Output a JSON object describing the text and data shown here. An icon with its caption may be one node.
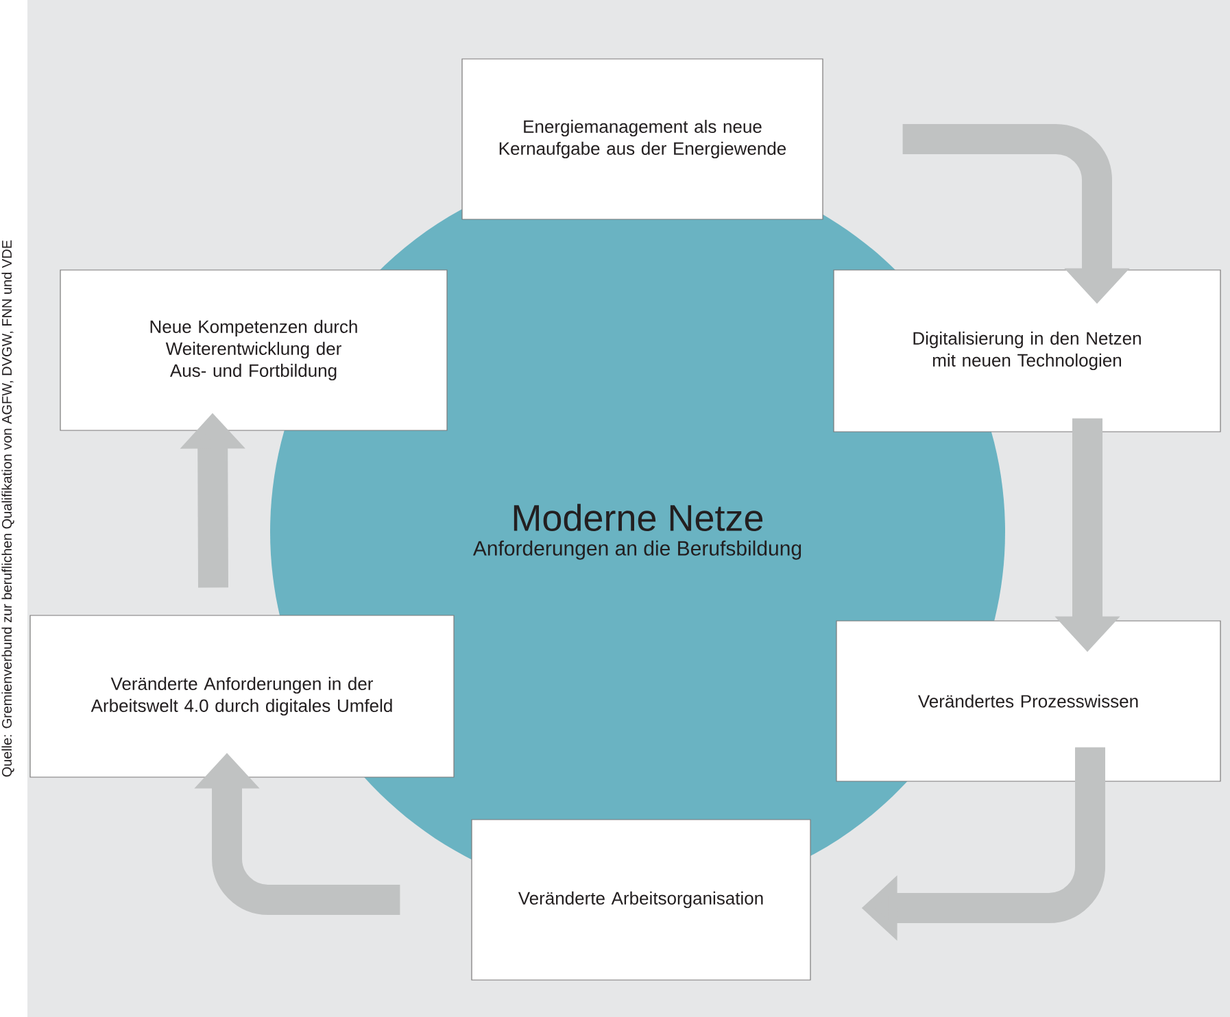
{
  "diagram": {
    "nodes": [
      {
        "text": [
          "Energiemanagement als neue Kernaufgabe aus der Energiewende"
        ]
      },
      {
        "text": [
          "Digitalisierung in den Netzen mit neuen Technologien"
        ]
      },
      {
        "text": [
          "Verändertes Prozesswissen"
        ]
      },
      {
        "text": [
          "Veränderte Arbeitsorganisation"
        ]
      },
      {
        "text": [
          "Veränderte Anforderungen in der Arbeitswelt 4.0 durch digitales Umfeld"
        ]
      },
      {
        "text": [
          "Neue Kompetenzen durch Weiterentwicklung der Aus- und Fortbildung"
        ]
      },
      {
        "text": [
          "Moderne Netze",
          "Anforderungen an die Berufsbildung"
        ]
      }
    ],
    "edges": [
      {
        "from": 0,
        "to": 1,
        "arrow": "to"
      },
      {
        "from": 1,
        "to": 2,
        "arrow": "to"
      },
      {
        "from": 2,
        "to": 3,
        "arrow": "to"
      },
      {
        "from": 3,
        "to": 4,
        "arrow": "to"
      },
      {
        "from": 4,
        "to": 5,
        "arrow": "to"
      }
    ],
    "labels": [
      "Quelle: Gremienverbund zur beruflichen Qualifikation von AGFW, DVGW, FNN und VDE"
    ]
  }
}
